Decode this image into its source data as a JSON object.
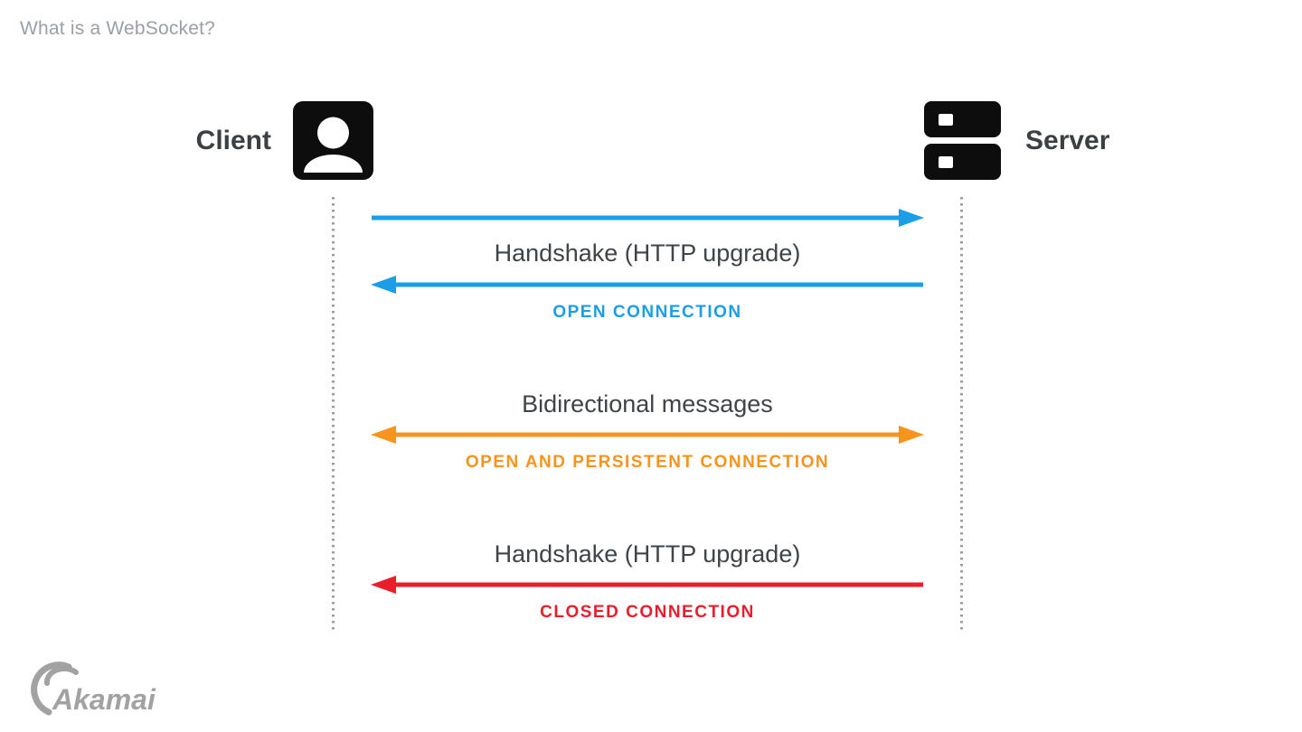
{
  "page": {
    "title": "What is a WebSocket?"
  },
  "diagram": {
    "client": {
      "label": "Client",
      "icon": "person-icon"
    },
    "server": {
      "label": "Server",
      "icon": "server-rack-icon"
    },
    "messages": [
      {
        "label": "Handshake (HTTP upgrade)",
        "caption": "OPEN CONNECTION",
        "arrows": [
          "client-to-server",
          "server-to-client"
        ],
        "color": "#1B9DE8"
      },
      {
        "label": "Bidirectional messages",
        "caption": "OPEN AND PERSISTENT CONNECTION",
        "arrows": [
          "bidirectional"
        ],
        "color": "#F7941E"
      },
      {
        "label": "Handshake (HTTP upgrade)",
        "caption": "CLOSED CONNECTION",
        "arrows": [
          "server-to-client"
        ],
        "color": "#EA1D2D"
      }
    ]
  },
  "footer": {
    "brand": "Akamai"
  },
  "colors": {
    "blue": "#1B9DE8",
    "orange": "#F7941E",
    "red": "#EA1D2D",
    "title_gray": "#9AA0A6",
    "label_dark": "#3F4449",
    "actor_dark": "#3C4043",
    "icon_black": "#0D0D0D",
    "lifeline_gray": "#9E9E9E",
    "logo_gray": "#A2A2A2"
  }
}
